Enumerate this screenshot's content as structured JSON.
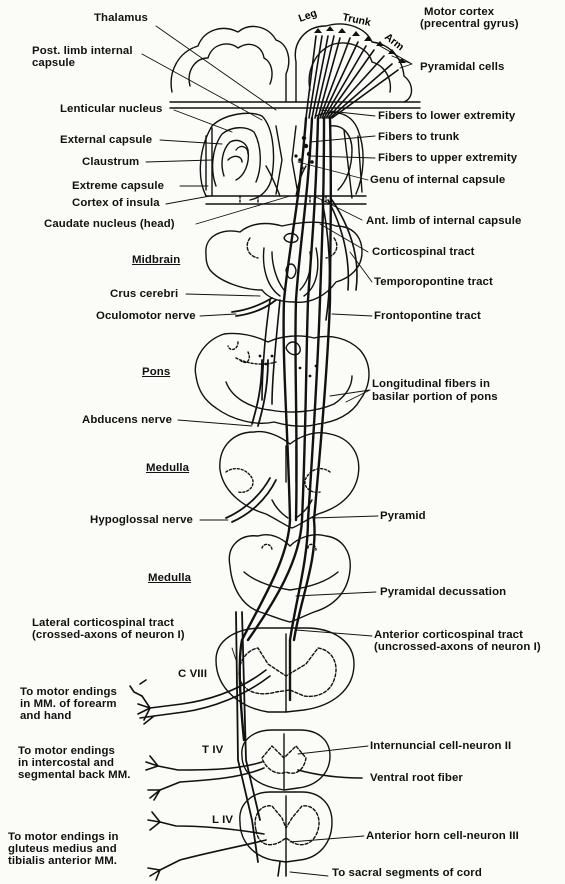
{
  "labels_left": {
    "thalamus": "Thalamus",
    "post_limb_1": "Post. limb internal",
    "post_limb_2": "capsule",
    "lenticular": "Lenticular nucleus",
    "external_capsule": "External capsule",
    "claustrum": "Claustrum",
    "extreme_capsule": "Extreme capsule",
    "cortex_insula": "Cortex of insula",
    "caudate": "Caudate nucleus (head)",
    "midbrain": "Midbrain",
    "crus": "Crus cerebri",
    "oculomotor": "Oculomotor nerve",
    "pons": "Pons",
    "abducens": "Abducens nerve",
    "medulla1": "Medulla",
    "hypoglossal": "Hypoglossal nerve",
    "medulla2": "Medulla",
    "lateral_cst_1": "Lateral corticospinal tract",
    "lateral_cst_2": "(crossed-axons of neuron I)",
    "forearm_1": "To motor endings",
    "forearm_2": "in MM. of forearm",
    "forearm_3": "and hand",
    "intercostal_1": "To motor endings",
    "intercostal_2": "in intercostal and",
    "intercostal_3": "segmental back MM.",
    "gluteus_1": "To motor endings in",
    "gluteus_2": "gluteus medius and",
    "gluteus_3": "tibialis anterior MM."
  },
  "labels_right": {
    "motor_cortex_1": "Motor cortex",
    "motor_cortex_2": "(precentral gyrus)",
    "pyramidal_cells": "Pyramidal cells",
    "fibers_lower": "Fibers to lower extremity",
    "fibers_trunk": "Fibers to trunk",
    "fibers_upper": "Fibers to upper extremity",
    "genu": "Genu of internal capsule",
    "ant_limb": "Ant. limb of internal capsule",
    "corticospinal": "Corticospinal tract",
    "temporopontine": "Temporopontine tract",
    "frontopontine": "Frontopontine tract",
    "longitudinal_1": "Longitudinal fibers in",
    "longitudinal_2": "basilar portion of pons",
    "pyramid": "Pyramid",
    "decussation": "Pyramidal decussation",
    "anterior_cst_1": "Anterior corticospinal tract",
    "anterior_cst_2": "(uncrossed-axons of neuron I)",
    "internuncial": "Internuncial cell-neuron II",
    "ventral_root": "Ventral root fiber",
    "anterior_horn": "Anterior horn cell-neuron III",
    "sacral": "To sacral segments of cord"
  },
  "cortex_labels": {
    "leg": "Leg",
    "trunk": "Trunk",
    "arm": "Arm"
  },
  "segment_labels": {
    "c8": "C VIII",
    "t4": "T IV",
    "l4": "L IV"
  }
}
